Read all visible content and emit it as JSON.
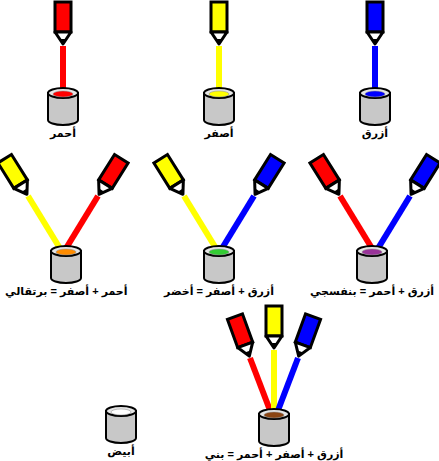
{
  "diagram": {
    "nodes": [
      {
        "text": [
          "أحمر"
        ]
      },
      {
        "text": [
          "أصفر"
        ]
      },
      {
        "text": [
          "أزرق"
        ]
      },
      {
        "text": [
          "أحمر + أصفر = برتقالي"
        ]
      },
      {
        "text": [
          "أزرق + أصفر = أخضر"
        ]
      },
      {
        "text": [
          "أزرق + أحمر = بنفسجي"
        ]
      },
      {
        "text": [
          "أبيض"
        ]
      },
      {
        "text": [
          "أزرق + أصفر + أحمر = بني"
        ]
      }
    ]
  }
}
